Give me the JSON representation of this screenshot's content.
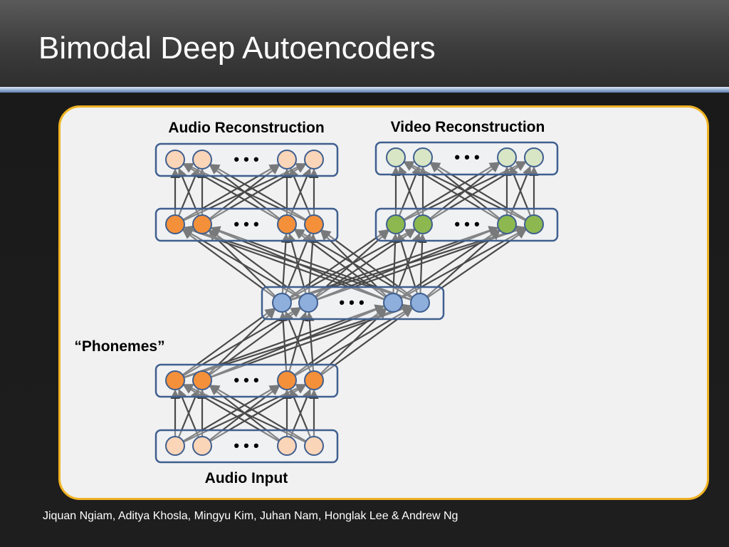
{
  "slide": {
    "title": "Bimodal Deep Autoencoders",
    "footer": "Jiquan Ngiam, Aditya Khosla, Mingyu Kim, Juhan Nam, Honglak Lee & Andrew Ng"
  },
  "diagram": {
    "labels": {
      "audio_reconstruction": "Audio Reconstruction",
      "video_reconstruction": "Video Reconstruction",
      "phonemes": "“Phonemes”",
      "audio_input": "Audio Input"
    },
    "colors": {
      "panel_border": "#f0b323",
      "layer_border": "#3f5f8f",
      "audio_light": "#fbd5b8",
      "audio_dark": "#f5903a",
      "video_light": "#d8e6c6",
      "video_dark": "#8cb84f",
      "shared": "#8eaedb",
      "arrow": "#4a4a4a"
    },
    "layers": [
      {
        "name": "audio-reconstruction-layer",
        "color": "audio_light"
      },
      {
        "name": "video-reconstruction-layer",
        "color": "video_light"
      },
      {
        "name": "audio-hidden-layer-upper",
        "color": "audio_dark"
      },
      {
        "name": "video-hidden-layer-upper",
        "color": "video_dark"
      },
      {
        "name": "shared-representation-layer",
        "color": "shared"
      },
      {
        "name": "audio-hidden-layer-lower",
        "color": "audio_dark"
      },
      {
        "name": "audio-input-layer",
        "color": "audio_light"
      }
    ],
    "ellipsis": "• • •"
  }
}
